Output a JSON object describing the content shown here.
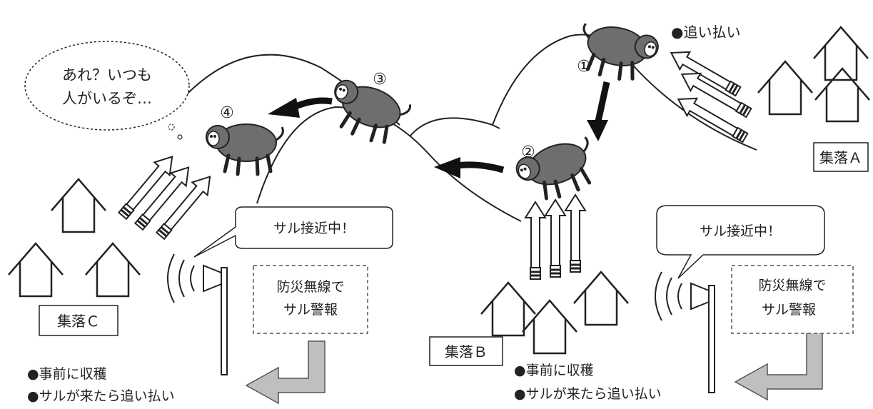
{
  "labels": {
    "top_right_action": "●追い払い",
    "village_a": "集落Ａ",
    "village_b": "集落Ｂ",
    "village_c": "集落Ｃ",
    "thought_line1": "あれ？いつも",
    "thought_line2": "人がいるぞ…",
    "speech_left": "サル接近中！",
    "speech_right": "サル接近中！",
    "radio_left_line1": "防災無線で",
    "radio_left_line2": "サル警報",
    "radio_right_line1": "防災無線で",
    "radio_right_line2": "サル警報",
    "bottom_left_line1": "●事前に収穫",
    "bottom_left_line2": "●サルが来たら追い払い",
    "bottom_right_line1": "●事前に収穫",
    "bottom_right_line2": "●サルが来たら追い払い",
    "step1": "①",
    "step2": "②",
    "step3": "③",
    "step4": "④"
  },
  "colors": {
    "line": "#222222",
    "monkey_fill": "#6e6e6e",
    "gray_arrow": "#bfbfbf"
  }
}
